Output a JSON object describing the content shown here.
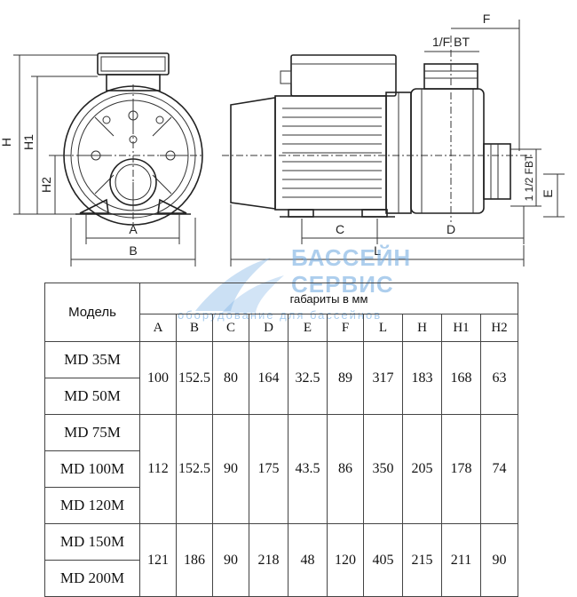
{
  "drawing": {
    "labels": {
      "A": "A",
      "B": "B",
      "C": "C",
      "D": "D",
      "E": "E",
      "F": "F",
      "L": "L",
      "H": "H",
      "H1": "H1",
      "H2": "H2",
      "inlet": "1/F  BT",
      "outlet": "1 1/2 FBT"
    }
  },
  "watermark": {
    "line1": "БАССЕЙН",
    "line2": "СЕРВИС",
    "line3": "оборудование для бассейнов"
  },
  "table": {
    "model_header": "Модель",
    "dims_header": "габариты в мм",
    "columns": [
      "A",
      "B",
      "C",
      "D",
      "E",
      "F",
      "L",
      "H",
      "H1",
      "H2"
    ],
    "groups": [
      {
        "models": [
          "MD 35M",
          "MD 50M"
        ],
        "values": [
          "100",
          "152.5",
          "80",
          "164",
          "32.5",
          "89",
          "317",
          "183",
          "168",
          "63"
        ]
      },
      {
        "models": [
          "MD 75M",
          "MD 100M",
          "MD 120M"
        ],
        "values": [
          "112",
          "152.5",
          "90",
          "175",
          "43.5",
          "86",
          "350",
          "205",
          "178",
          "74"
        ]
      },
      {
        "models": [
          "MD 150M",
          "MD 200M"
        ],
        "values": [
          "121",
          "186",
          "90",
          "218",
          "48",
          "120",
          "405",
          "215",
          "211",
          "90"
        ]
      }
    ]
  }
}
